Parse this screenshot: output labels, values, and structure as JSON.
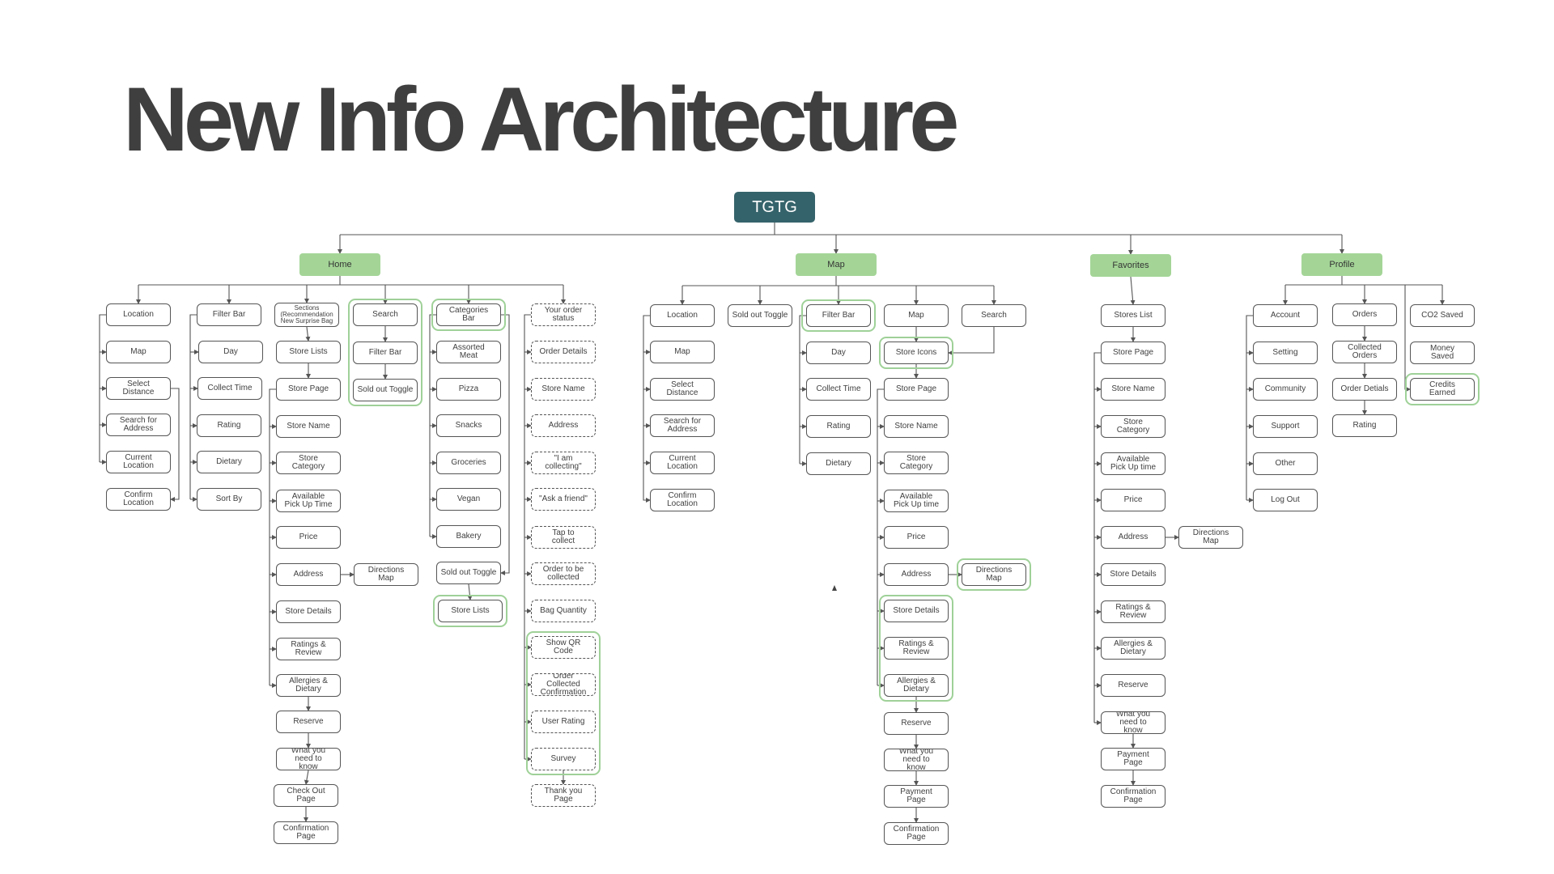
{
  "title": "New Info Architecture",
  "colors": {
    "section": "#a4d597",
    "root": "#35636b",
    "highlight": "#9fd198",
    "line": "#555555"
  },
  "nodes": {
    "root": "TGTG",
    "home": "Home",
    "map": "Map",
    "favorites": "Favorites",
    "profile": "Profile",
    "h_location": "Location",
    "h_map": "Map",
    "h_select_distance": "Select\nDistance",
    "h_search_address": "Search for\nAddress",
    "h_current_location": "Current\nLocation",
    "h_confirm_location": "Confirm\nLocation",
    "h_filter_bar": "Filter Bar",
    "h_day": "Day",
    "h_collect_time": "Collect Time",
    "h_rating": "Rating",
    "h_dietary": "Dietary",
    "h_sort_by": "Sort By",
    "h_sections": "Sections\n(Recommendation\nNew Surprise Bag",
    "h_store_lists": "Store Lists",
    "h_store_page": "Store Page",
    "h_store_name": "Store Name",
    "h_store_category": "Store\nCategory",
    "h_available_pickup": "Available\nPick Up Time",
    "h_price": "Price",
    "h_address": "Address",
    "h_directions_map": "Directions\nMap",
    "h_store_details": "Store Details",
    "h_ratings_review": "Ratings &\nReview",
    "h_allergies": "Allergies &\nDietary",
    "h_reserve": "Reserve",
    "h_what_you_need": "What you\nneed to\nknow",
    "h_checkout": "Check Out\nPage",
    "h_confirmation": "Confirmation\nPage",
    "h_search": "Search",
    "h_search_filter_bar": "Filter Bar",
    "h_search_sold_out": "Sold out Toggle",
    "h_categories_bar": "Categories\nBar",
    "h_assorted_meat": "Assorted\nMeat",
    "h_pizza": "Pizza",
    "h_snacks": "Snacks",
    "h_groceries": "Groceries",
    "h_vegan": "Vegan",
    "h_bakery": "Bakery",
    "h_cat_sold_out": "Sold out Toggle",
    "h_cat_store_lists": "Store Lists",
    "o_your_order_status": "Your order\nstatus",
    "o_order_details": "Order Details",
    "o_store_name": "Store Name",
    "o_address": "Address",
    "o_i_am_collecting": "\"I am\ncollecting\"",
    "o_ask_a_friend": "\"Ask a friend\"",
    "o_tap_to_collect": "Tap to\ncollect",
    "o_order_to_be_collected": "Order to be\ncollected",
    "o_bag_quantity": "Bag Quantity",
    "o_show_qr": "Show QR\nCode",
    "o_order_collected": "Order\nCollected\nConfirmation",
    "o_user_rating": "User Rating",
    "o_survey": "Survey",
    "o_thank_you": "Thank you\nPage",
    "m_location": "Location",
    "m_map": "Map",
    "m_select_distance": "Select\nDistance",
    "m_search_address": "Search for\nAddress",
    "m_current_location": "Current\nLocation",
    "m_confirm_location": "Confirm\nLocation",
    "m_sold_out": "Sold out Toggle",
    "m_filter_bar": "Filter Bar",
    "m_day": "Day",
    "m_collect_time": "Collect Time",
    "m_rating": "Rating",
    "m_dietary": "Dietary",
    "m_map2": "Map",
    "m_search": "Search",
    "m_store_icons": "Store Icons",
    "m_store_page": "Store Page",
    "m_store_name": "Store Name",
    "m_store_category": "Store\nCategory",
    "m_available_pickup": "Available\nPick Up time",
    "m_price": "Price",
    "m_address": "Address",
    "m_directions_map": "Directions\nMap",
    "m_store_details": "Store Details",
    "m_ratings_review": "Ratings &\nReview",
    "m_allergies": "Allergies &\nDietary",
    "m_reserve": "Reserve",
    "m_what_you_need": "What you\nneed to\nknow",
    "m_payment": "Payment\nPage",
    "m_confirmation": "Confirmation\nPage",
    "f_stores_list": "Stores List",
    "f_store_page": "Store Page",
    "f_store_name": "Store Name",
    "f_store_category": "Store\nCategory",
    "f_available_pickup": "Available\nPick Up time",
    "f_price": "Price",
    "f_address": "Address",
    "f_directions_map": "Directions\nMap",
    "f_store_details": "Store Details",
    "f_ratings_review": "Ratings &\nReview",
    "f_allergies": "Allergies &\nDietary",
    "f_reserve": "Reserve",
    "f_what_you_need": "What you\nneed to\nknow",
    "f_payment": "Payment\nPage",
    "f_confirmation": "Confirmation\nPage",
    "p_account": "Account",
    "p_setting": "Setting",
    "p_community": "Community",
    "p_support": "Support",
    "p_other": "Other",
    "p_logout": "Log Out",
    "p_orders": "Orders",
    "p_collected_orders": "Collected\nOrders",
    "p_order_details": "Order Detials",
    "p_rating": "Rating",
    "p_co2_saved": "CO2 Saved",
    "p_money_saved": "Money\nSaved",
    "p_credits_earned": "Credits\nEarned"
  }
}
